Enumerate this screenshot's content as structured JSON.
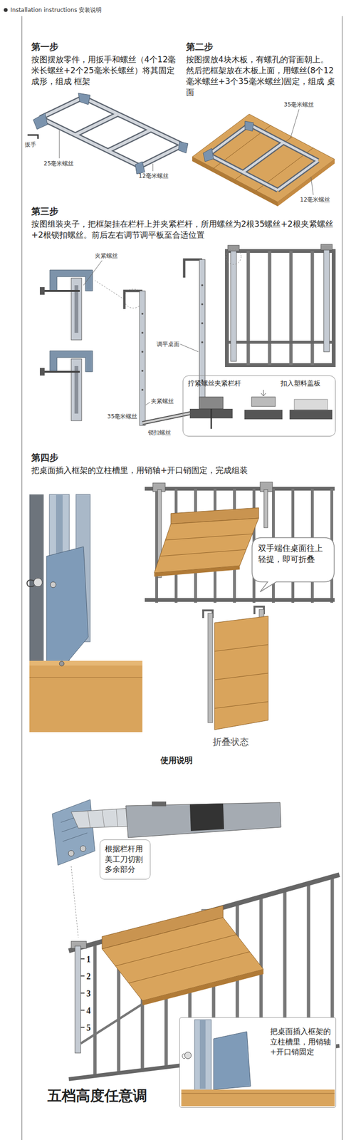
{
  "diagram": {
    "title": "Installation instructions 安装说明",
    "nodes": [
      {
        "text": [
          "拧紧螺丝夹紧栏杆",
          "扣入塑料盖板"
        ]
      },
      {
        "text": [
          "双手端住桌面往上轻提，即可折叠"
        ]
      },
      {
        "text": [
          "根据栏杆用美工刀切割多余部分"
        ]
      },
      {
        "text": [
          "把桌面插入框架的立柱槽里，用销轴+开口销固定"
        ]
      }
    ],
    "labels": [
      "第一步",
      "按图摆放零件，用扳手和螺丝（4个12毫米长螺丝+2个25毫米长螺丝）将其固定成形，组成 框架",
      "扳手",
      "25毫米螺丝",
      "12毫米螺丝",
      "第二步",
      "按图摆放4块木板，有螺孔的背面朝上。然后把框架放在木板上面，用螺丝(8个12毫米螺丝+3个35毫米螺丝)固定，组成 桌面",
      "35毫米螺丝",
      "12毫米螺丝",
      "第三步",
      "按图组装夹子，把框架挂在栏杆上并夹紧栏杆，所用螺丝为2根35螺丝+2根夹紧螺丝+2根锁扣螺丝。前后左右调节调平板至合适位置",
      "夹紧螺丝",
      "调平桌面",
      "夹紧螺丝",
      "35毫米螺丝",
      "锁扣螺丝",
      "第四步",
      "把桌面插入框架的立柱槽里，用销轴+开口销固定，完成组装",
      "折叠状态",
      "使用说明",
      "1",
      "2",
      "3",
      "4",
      "5",
      "五档高度任意调"
    ]
  }
}
